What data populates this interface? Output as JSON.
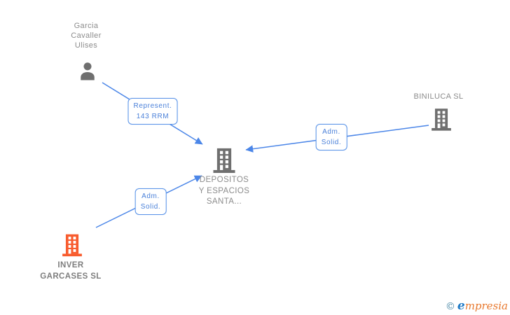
{
  "diagram_type": "corporate-relationship-graph",
  "colors": {
    "edge_blue": "#4b86e8",
    "label_border_blue": "#5b94e8",
    "label_text_blue": "#4a80d9",
    "node_gray": "#6f6f6f",
    "text_gray": "#8c8c8c",
    "highlight_orange": "#f85c2e",
    "logo_teal": "#4d8aa8",
    "logo_blue": "#1f7ac6",
    "logo_orange": "#e8792f",
    "background": "#ffffff"
  },
  "nodes": {
    "garcia": {
      "type": "person",
      "lines": [
        "Garcia",
        "Cavaller",
        "Ulises"
      ],
      "full_name": "Garcia Cavaller Ulises"
    },
    "depositos": {
      "type": "company",
      "lines": [
        "DEPOSITOS",
        "Y ESPACIOS",
        "SANTA..."
      ],
      "full_name": "DEPOSITOS Y ESPACIOS SANTA..."
    },
    "biniluca": {
      "type": "company",
      "lines": [
        "BINILUCA SL"
      ],
      "full_name": "BINILUCA SL"
    },
    "inver": {
      "type": "company",
      "lines": [
        "INVER",
        "GARCASES SL"
      ],
      "full_name": "INVER GARCASES SL",
      "highlighted": true
    }
  },
  "edges": [
    {
      "from": "garcia",
      "to": "depositos",
      "label_lines": [
        "Represent.",
        "143 RRM"
      ],
      "label": "Represent. 143 RRM"
    },
    {
      "from": "biniluca",
      "to": "depositos",
      "label_lines": [
        "Adm.",
        "Solid."
      ],
      "label": "Adm. Solid."
    },
    {
      "from": "inver",
      "to": "depositos",
      "label_lines": [
        "Adm.",
        "Solid."
      ],
      "label": "Adm. Solid."
    }
  ],
  "logo": {
    "copyright": "©",
    "initial": "e",
    "rest": "mpresia"
  }
}
